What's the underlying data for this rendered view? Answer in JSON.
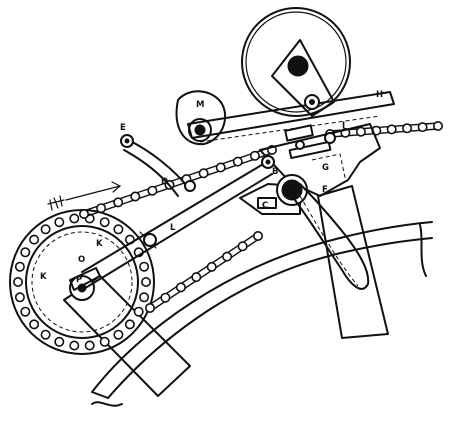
{
  "diagram": {
    "labels": {
      "E": "E",
      "M": "M",
      "H": "H",
      "I": "I",
      "B": "B",
      "G": "G",
      "D": "D",
      "C": "C",
      "F": "F",
      "L": "L",
      "K1": "K",
      "K2": "K",
      "O": "O",
      "P": "P"
    }
  }
}
